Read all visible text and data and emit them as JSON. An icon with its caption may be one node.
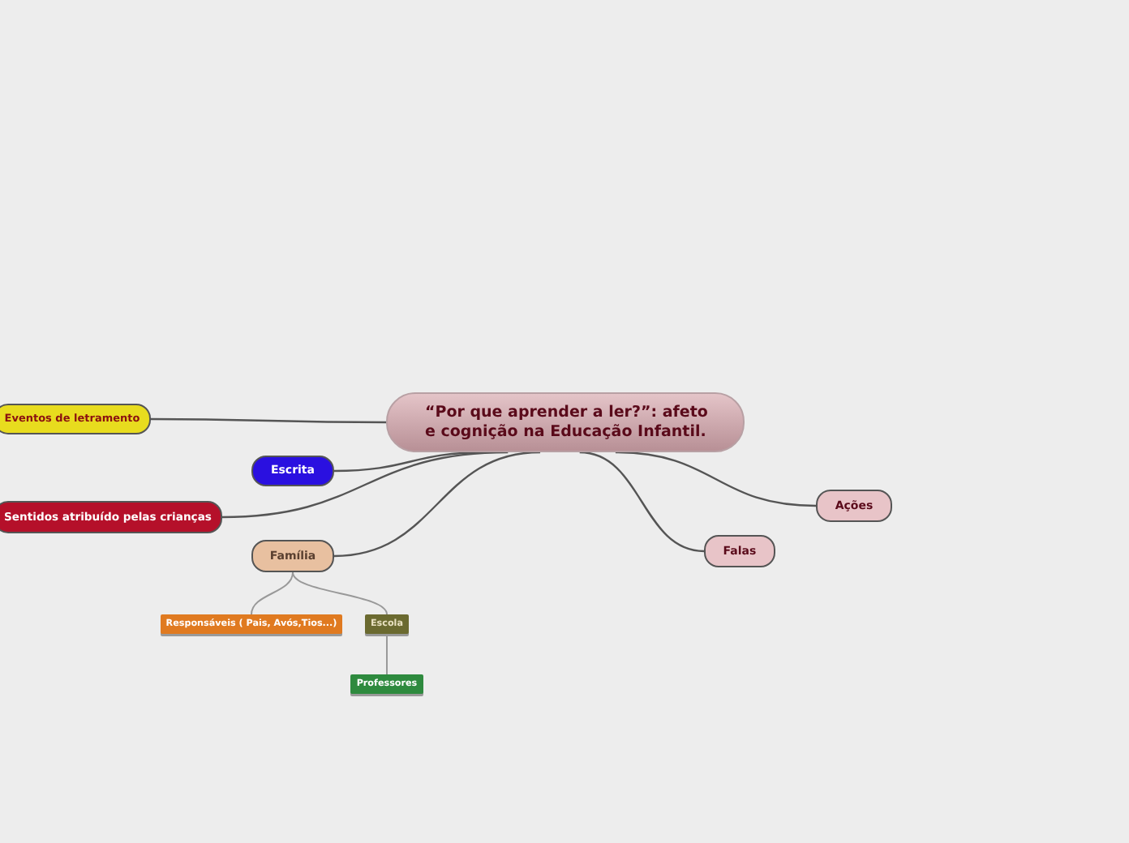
{
  "diagram": {
    "nodes": [
      {
        "text": [
          "“Por que aprender a ler?”: afeto e cognição na Educação Infantil."
        ]
      },
      {
        "text": [
          "Eventos de letramento"
        ]
      },
      {
        "text": [
          "Escrita"
        ]
      },
      {
        "text": [
          "Sentidos atribuído pelas crianças"
        ]
      },
      {
        "text": [
          "Família"
        ]
      },
      {
        "text": [
          "Responsáveis ( Pais, Avós,Tios...)"
        ]
      },
      {
        "text": [
          "Escola"
        ]
      },
      {
        "text": [
          "Professores"
        ]
      },
      {
        "text": [
          "Ações"
        ]
      },
      {
        "text": [
          "Falas"
        ]
      }
    ],
    "edges": [
      {
        "from": 0,
        "to": 1,
        "arrow": "none"
      },
      {
        "from": 0,
        "to": 2,
        "arrow": "none"
      },
      {
        "from": 0,
        "to": 3,
        "arrow": "none"
      },
      {
        "from": 0,
        "to": 4,
        "arrow": "none"
      },
      {
        "from": 0,
        "to": 8,
        "arrow": "none"
      },
      {
        "from": 0,
        "to": 9,
        "arrow": "none"
      },
      {
        "from": 4,
        "to": 5,
        "arrow": "none"
      },
      {
        "from": 4,
        "to": 6,
        "arrow": "none"
      },
      {
        "from": 6,
        "to": 7,
        "arrow": "none"
      }
    ]
  }
}
